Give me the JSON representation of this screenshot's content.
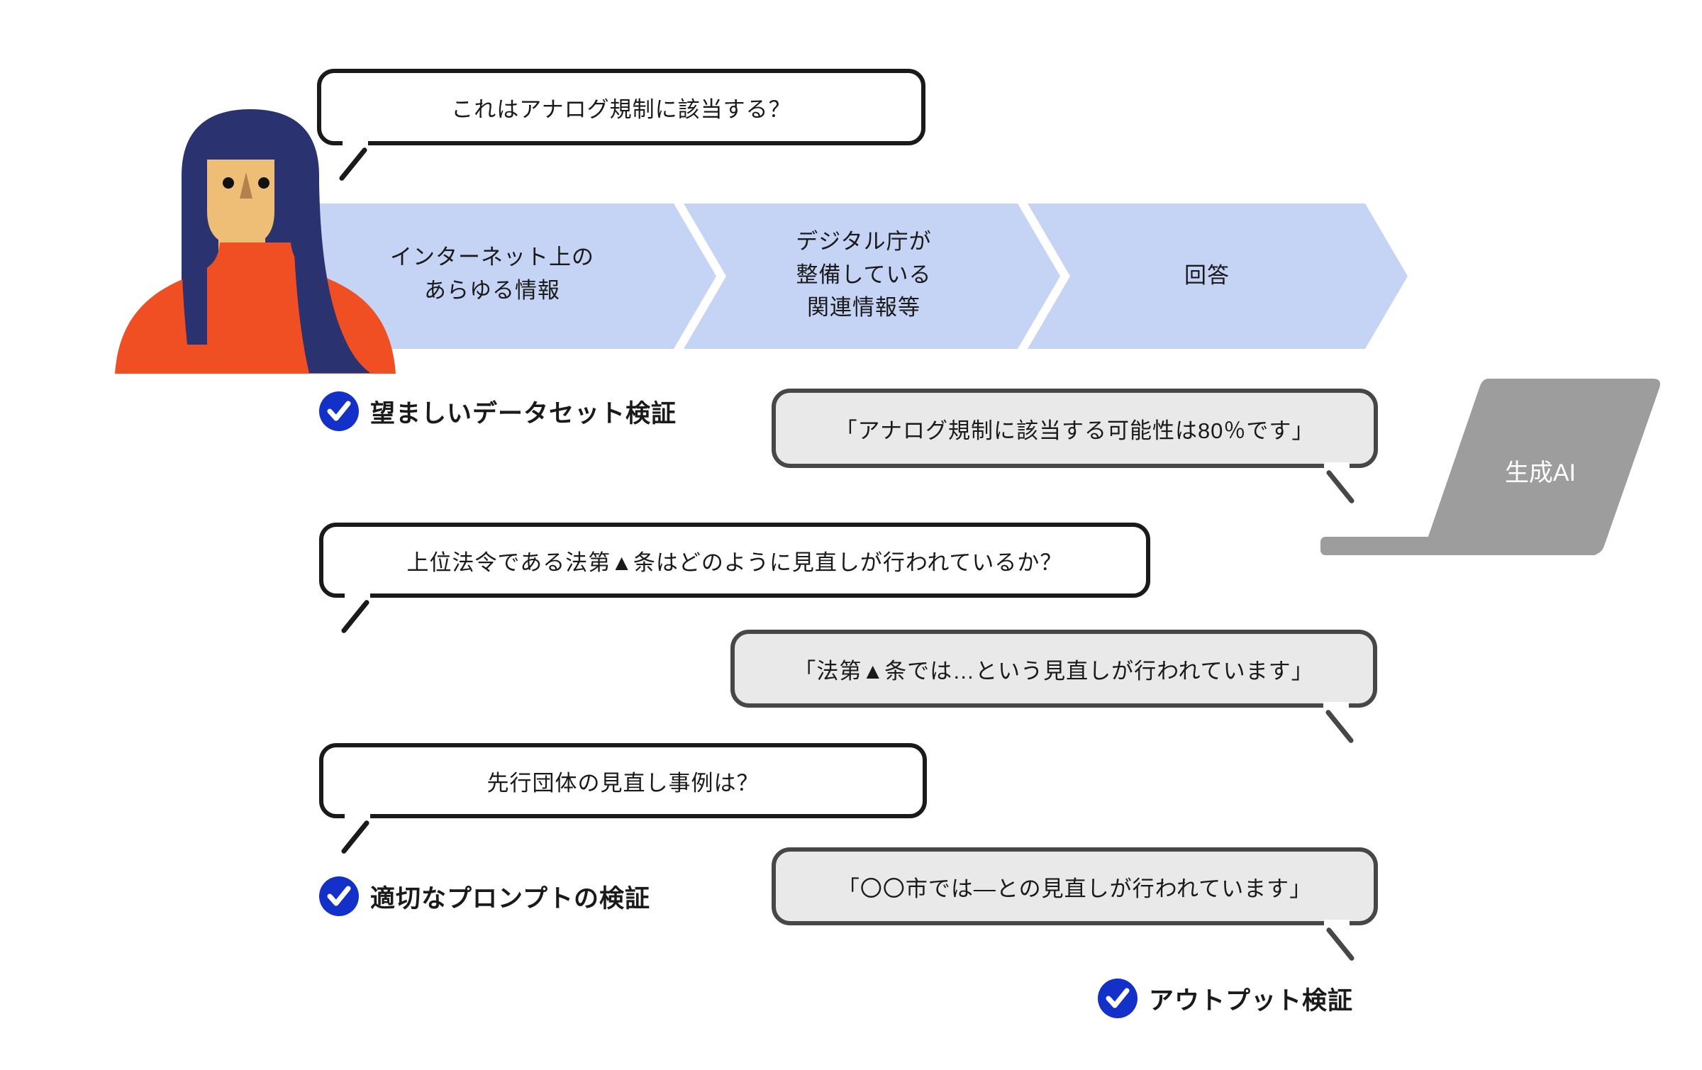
{
  "user_questions": [
    {
      "text": "これはアナログ規制に該当する？"
    },
    {
      "text": "上位法令である法第▲条はどのように見直しが行われているか？"
    },
    {
      "text": "先行団体の見直し事例は？"
    }
  ],
  "ai_answers": [
    {
      "text": "「アナログ規制に該当する可能性は80％です」"
    },
    {
      "text": "「法第▲条では…という見直しが行われています」"
    },
    {
      "text": "「〇〇市では―との見直しが行われています」"
    }
  ],
  "flow_steps": [
    {
      "lines": [
        "インターネット上の",
        "あらゆる情報"
      ]
    },
    {
      "lines": [
        "デジタル庁が",
        "整備している",
        "関連情報等"
      ]
    },
    {
      "lines": [
        "回答"
      ]
    }
  ],
  "checks": [
    {
      "label": "望ましいデータセット検証"
    },
    {
      "label": "適切なプロンプトの検証"
    },
    {
      "label": "アウトプット検証"
    }
  ],
  "ai_label": "生成AI",
  "colors": {
    "check-blue": "#1330c9",
    "flow-blue": "#c5d4f5",
    "bubble-gray": "#e9e9e9",
    "bubble-gray-border": "#474747",
    "laptop-gray": "#9d9d9d",
    "hair-navy": "#2b3270",
    "skin-tan": "#eebd76",
    "nose-brown": "#b5804e",
    "shirt-orange": "#f04f24"
  }
}
